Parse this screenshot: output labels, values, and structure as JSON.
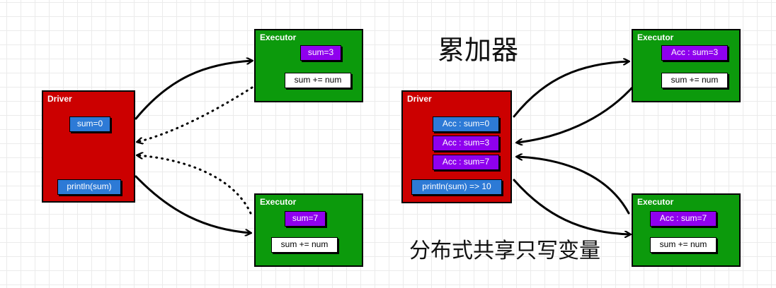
{
  "left": {
    "driver": {
      "title": "Driver",
      "sum_chip": "sum=0",
      "print_chip": "println(sum)"
    },
    "executor_top": {
      "title": "Executor",
      "sum_chip": "sum=3",
      "op_chip": "sum += num"
    },
    "executor_bottom": {
      "title": "Executor",
      "sum_chip": "sum=7",
      "op_chip": "sum += num"
    }
  },
  "right": {
    "caption_top": "累加器",
    "caption_bottom": "分布式共享只写变量",
    "driver": {
      "title": "Driver",
      "acc_chips": [
        "Acc : sum=0",
        "Acc : sum=3",
        "Acc : sum=7"
      ],
      "print_chip": "println(sum) => 10"
    },
    "executor_top": {
      "title": "Executor",
      "acc_chip": "Acc : sum=3",
      "op_chip": "sum += num"
    },
    "executor_bottom": {
      "title": "Executor",
      "acc_chip": "Acc : sum=7",
      "op_chip": "sum += num"
    }
  },
  "colors": {
    "driver": "#cc0000",
    "executor": "#0c9a0c",
    "chip_blue": "#2d7ad6",
    "chip_purple": "#8f00ee",
    "chip_white": "#ffffff",
    "arrow": "#000000"
  }
}
